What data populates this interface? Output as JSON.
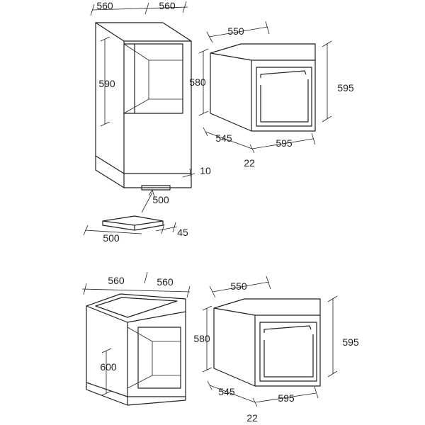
{
  "top_section": {
    "cabinet_width": "560",
    "cabinet_depth": "560",
    "niche_height": "590",
    "oven_depth_top": "550",
    "oven_body_height": "580",
    "oven_total_height": "595",
    "oven_side_depth": "545",
    "oven_width": "595",
    "door_protrusion": "22",
    "vent_height": "10",
    "vent_width": "500",
    "vent_panel_width": "500",
    "vent_panel_depth": "45"
  },
  "bottom_section": {
    "cabinet_width": "560",
    "cabinet_depth": "560",
    "niche_height": "600",
    "oven_depth_top": "550",
    "oven_body_height": "580",
    "oven_total_height": "595",
    "oven_side_depth": "545",
    "oven_width": "595",
    "door_protrusion": "22"
  }
}
